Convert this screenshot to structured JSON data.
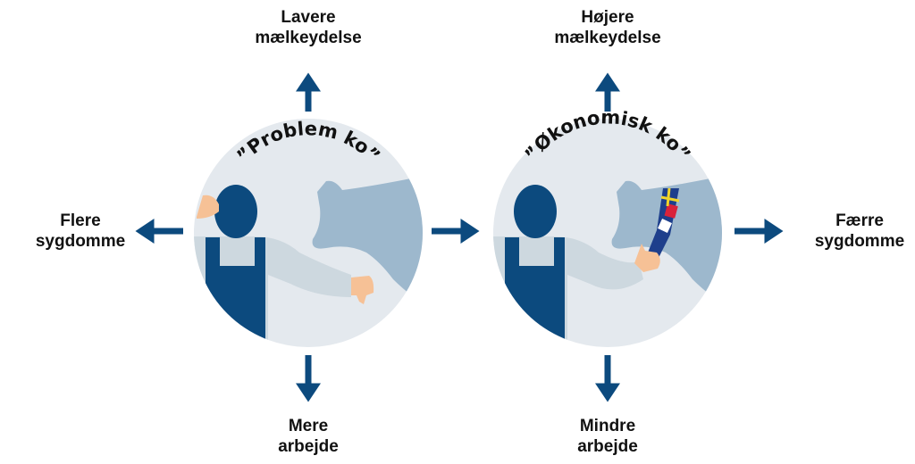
{
  "left_scene": {
    "title": "”Problem ko”",
    "up": [
      "Lavere",
      "mælkeydelse"
    ],
    "side": [
      "Flere",
      "sygdomme"
    ],
    "down": [
      "Mere",
      "arbejde"
    ]
  },
  "right_scene": {
    "title": "”Økonomisk ko”",
    "up": [
      "Højere",
      "mælkeydelse"
    ],
    "side": [
      "Færre",
      "sygdomme"
    ],
    "down": [
      "Mindre",
      "arbejde"
    ]
  },
  "colors": {
    "arrow": "#0c4a7e",
    "circle": "#e4e9ee",
    "cow": "#9db8cd",
    "overall": "#0c4a7e",
    "shirt": "#cdd8df",
    "skin": "#f6c196"
  }
}
